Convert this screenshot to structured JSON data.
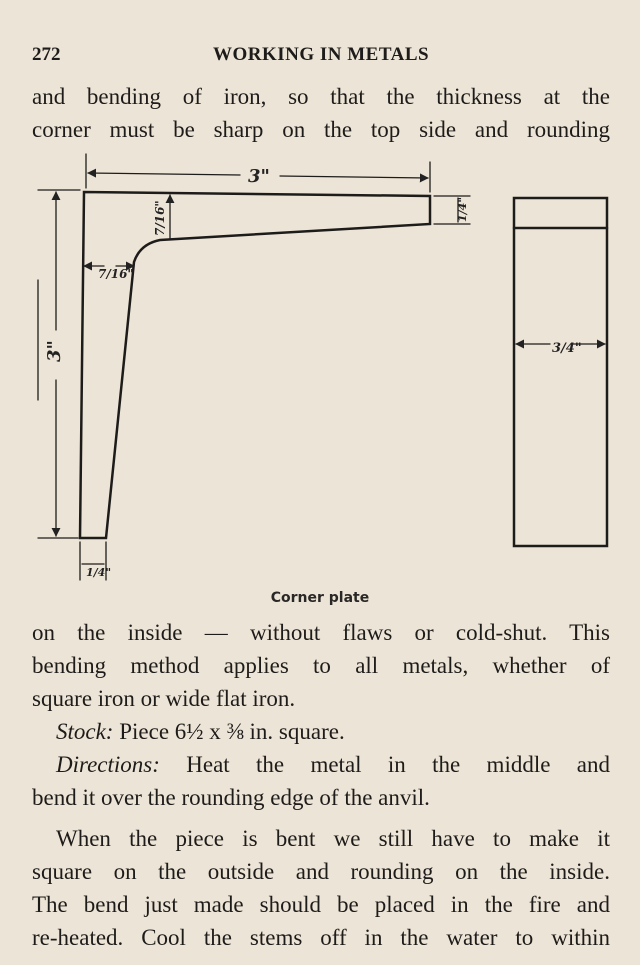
{
  "header": {
    "page_number": "272",
    "title": "WORKING IN METALS"
  },
  "top_lines": [
    "and bending of iron, so that the thickness at the",
    "corner must be sharp on the top side and rounding"
  ],
  "figure": {
    "caption": "Corner plate",
    "dims": {
      "top_width": "3\"",
      "left_height": "3\"",
      "flange_top": "7/16\"",
      "flange_left": "7/16\"",
      "end_thick": "1/4\"",
      "foot_width": "1/4\"",
      "side_width": "3/4\""
    }
  },
  "bottom_lines": [
    "on the inside — without flaws or cold-shut. This",
    "bending method applies to all metals, whether of",
    "square iron or wide flat iron."
  ],
  "stock": {
    "label": "Stock:",
    "text": "Piece 6½ x ⅜ in. square."
  },
  "directions": {
    "label": "Directions:",
    "text_line1": "Heat the metal in the middle and",
    "text_line2": "bend it over the rounding edge of the anvil."
  },
  "paragraph": [
    "When the piece is bent we still have to make it",
    "square on the outside and rounding on the inside.",
    "The bend just made should be placed in the fire and",
    "re-heated. Cool the stems off in the water to within"
  ]
}
